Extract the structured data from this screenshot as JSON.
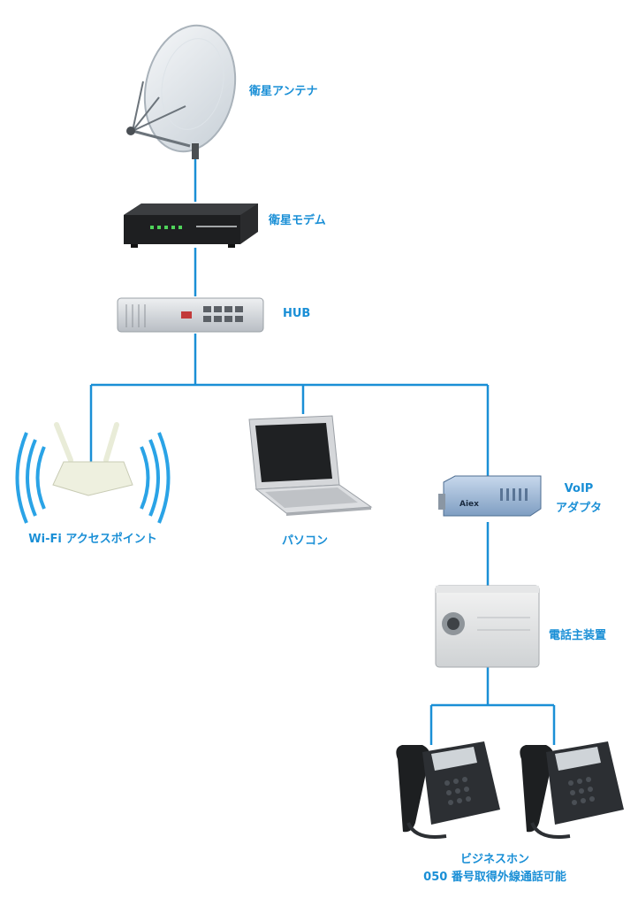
{
  "labels": {
    "antenna": "衛星アンテナ",
    "modem": "衛星モデム",
    "hub": "HUB",
    "wifi": "Wi-Fi アクセスポイント",
    "pc": "パソコン",
    "voip_line1": "VoIP",
    "voip_line2": "アダプタ",
    "pbx": "電話主装置",
    "phone_line1": "ビジネスホン",
    "phone_line2": "050 番号取得外線通話可能"
  },
  "colors": {
    "line": "#1a8fd6",
    "label": "#1a8fd6",
    "wifi_waves": "#2aa3e6"
  }
}
